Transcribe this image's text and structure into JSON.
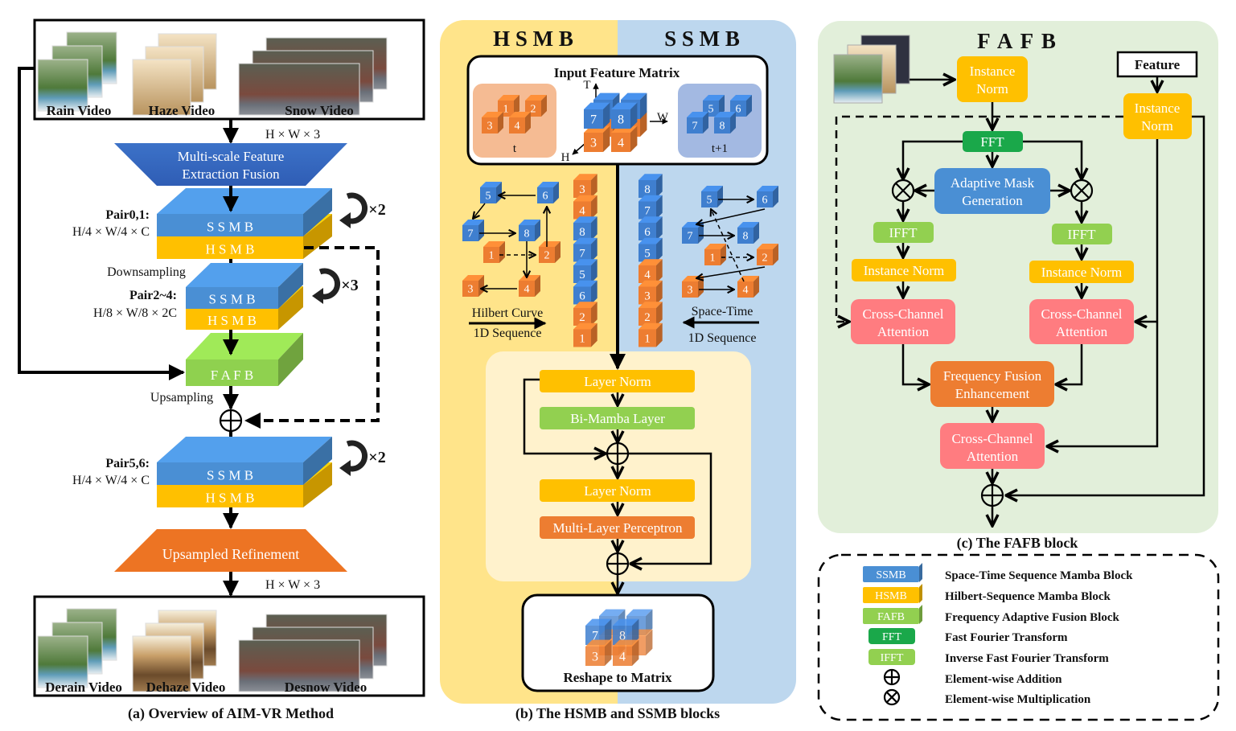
{
  "colors": {
    "ssmb_blue": "#4a8fd4",
    "hsmb_yellow": "#ffc000",
    "fafb_green": "#8fd14f",
    "fft_green": "#1aa84a",
    "orange": "#ed7d31",
    "pink": "#ff7c80",
    "mask_blue": "#4a8fd4",
    "panel_b_left": "#ffe48a",
    "panel_b_right": "#bdd7ee",
    "panel_c_bg": "#e2efda",
    "inner_cream": "#fff2cc"
  },
  "panel_a": {
    "caption": "(a) Overview of AIM-VR Method",
    "inputs": [
      {
        "label": "Rain Video",
        "type": "rain"
      },
      {
        "label": "Haze Video",
        "type": "haze"
      },
      {
        "label": "Snow Video",
        "type": "snow"
      }
    ],
    "input_dim": "H × W × 3",
    "feature_extraction": [
      "Multi-scale Feature",
      "Extraction Fusion"
    ],
    "stages": [
      {
        "pair_label": "Pair0,1:",
        "dims": "H/4 × W/4 × C",
        "top": "S S M B",
        "bottom": "H S M B",
        "repeat": "×2"
      },
      {
        "pair_label": "Pair2~4:",
        "dims": "H/8 × W/8 × 2C",
        "top": "S S M B",
        "bottom": "H S M B",
        "repeat": "×3"
      },
      {
        "pair_label": "Pair5,6:",
        "dims": "H/4 × W/4 × C",
        "top": "S S M B",
        "bottom": "H S M B",
        "repeat": "×2"
      }
    ],
    "downsampling": "Downsampling",
    "upsampling": "Upsampling",
    "fafb": "F A F B",
    "refinement": "Upsampled Refinement",
    "output_dim": "H × W × 3",
    "outputs": [
      {
        "label": "Derain Video",
        "type": "rain"
      },
      {
        "label": "Dehaze Video",
        "type": "room"
      },
      {
        "label": "Desnow Video",
        "type": "snow"
      }
    ]
  },
  "panel_b": {
    "caption": "(b) The HSMB and SSMB blocks",
    "left_title": "H S M B",
    "right_title": "S S M B",
    "input_matrix": {
      "title": "Input Feature Matrix",
      "t_label": "t",
      "t1_label": "t+1",
      "axis_t": "T",
      "axis_w": "W",
      "axis_h": "H",
      "t_cubes": [
        "1",
        "2",
        "3",
        "4"
      ],
      "t1_cubes": [
        "5",
        "6",
        "7",
        "8"
      ],
      "center_front": [
        "7",
        "8",
        "3",
        "4"
      ]
    },
    "hilbert": {
      "caption": [
        "Hilbert Curve",
        "1D Sequence"
      ],
      "cubes": [
        "5",
        "6",
        "7",
        "8",
        "1",
        "2",
        "3",
        "4"
      ],
      "sequence": [
        "3",
        "4",
        "8",
        "7",
        "5",
        "6",
        "2",
        "1"
      ]
    },
    "spacetime": {
      "caption": [
        "Space-Time",
        "1D Sequence"
      ],
      "cubes": [
        "5",
        "6",
        "7",
        "8",
        "1",
        "2",
        "3",
        "4"
      ],
      "sequence": [
        "8",
        "7",
        "6",
        "5",
        "4",
        "3",
        "2",
        "1"
      ]
    },
    "layers": [
      "Layer Norm",
      "Bi-Mamba Layer",
      "Layer Norm",
      "Multi-Layer Perceptron"
    ],
    "reshape": {
      "label": "Reshape to Matrix",
      "cubes": [
        "7",
        "8",
        "3",
        "4"
      ]
    }
  },
  "panel_c": {
    "title": "F A F B",
    "caption": "(c) The FAFB block",
    "feature_label": "Feature",
    "instance_norm_top": [
      "Instance",
      "Norm"
    ],
    "instance_norm_feature": [
      "Instance",
      "Norm"
    ],
    "fft": "FFT",
    "mask": [
      "Adaptive Mask",
      "Generation"
    ],
    "ifft": "IFFT",
    "instance_norm": "Instance Norm",
    "cross_attention": [
      "Cross-Channel",
      "Attention"
    ],
    "fusion": [
      "Frequency Fusion",
      "Enhancement"
    ]
  },
  "legend": {
    "items": [
      {
        "chip": "SSMB",
        "kind": "ssmb",
        "text": "Space-Time Sequence Mamba Block"
      },
      {
        "chip": "HSMB",
        "kind": "hsmb",
        "text": "Hilbert-Sequence Mamba Block"
      },
      {
        "chip": "FAFB",
        "kind": "fafb",
        "text": "Frequency Adaptive Fusion Block"
      },
      {
        "chip": "FFT",
        "kind": "fft",
        "text": "Fast Fourier Transform"
      },
      {
        "chip": "IFFT",
        "kind": "ifft",
        "text": "Inverse Fast Fourier Transform"
      },
      {
        "chip": "⊕",
        "kind": "add",
        "text": "Element-wise Addition"
      },
      {
        "chip": "⊗",
        "kind": "mul",
        "text": "Element-wise Multiplication"
      }
    ]
  }
}
